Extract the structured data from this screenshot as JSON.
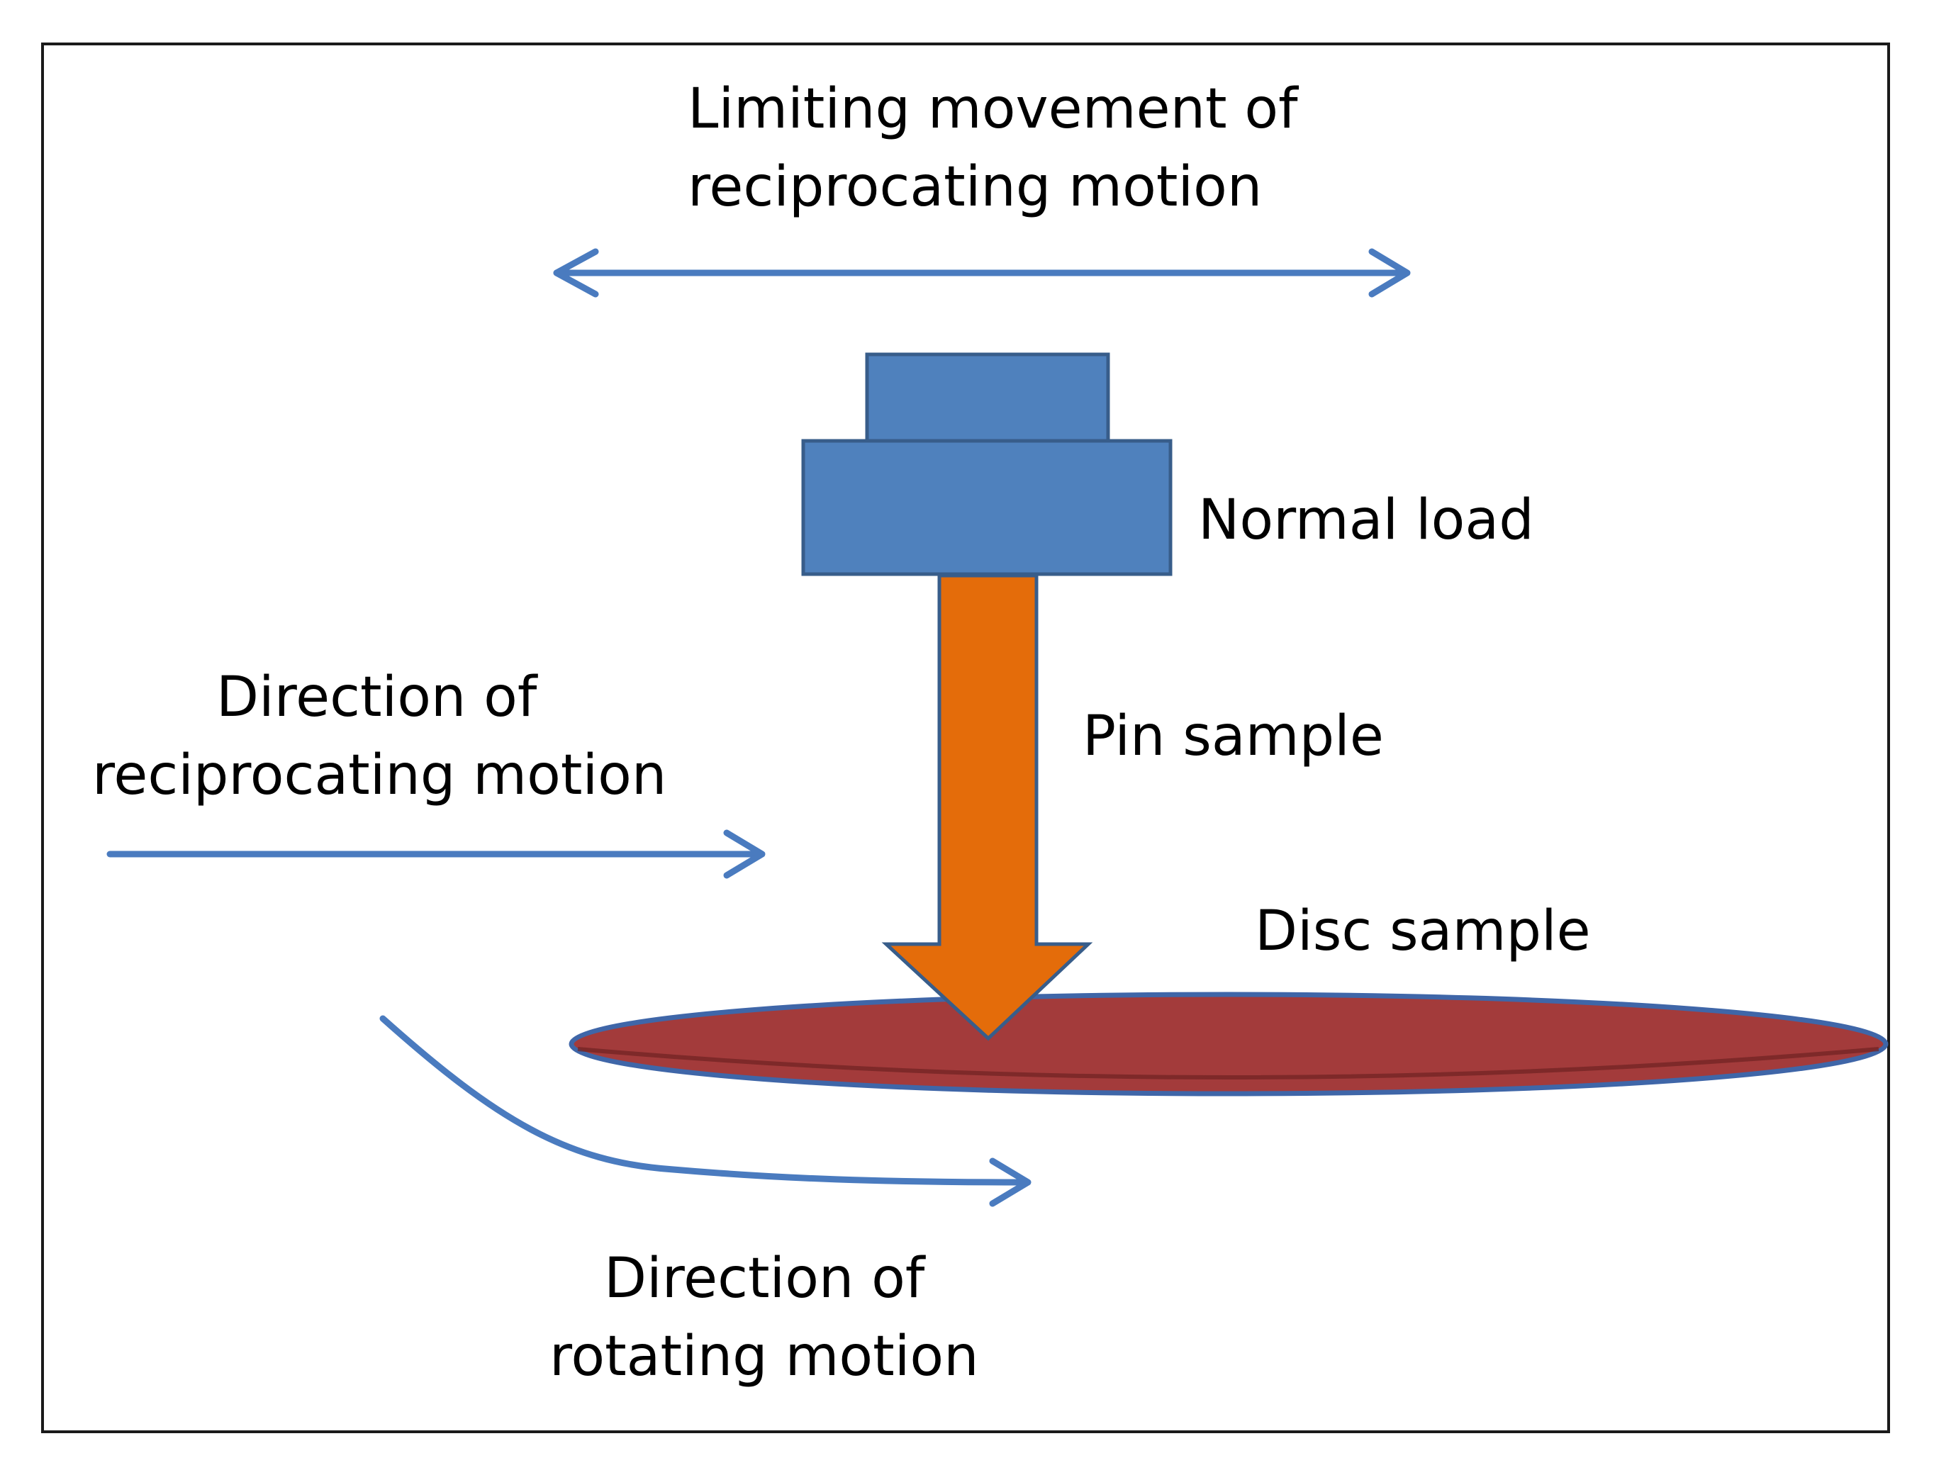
{
  "labels": {
    "limiting_line1": "Limiting movement of",
    "limiting_line2": "reciprocating motion",
    "normal_load": "Normal load",
    "pin_sample": "Pin sample",
    "direction_recip_line1": "Direction of",
    "direction_recip_line2": "reciprocating motion",
    "disc_sample": "Disc sample",
    "direction_rot_line1": "Direction of",
    "direction_rot_line2": "rotating motion"
  },
  "colors": {
    "frame": "#1a1a1a",
    "arrow_line": "#4a7bbf",
    "load_fill": "#4f81bd",
    "load_stroke": "#385d8a",
    "pin_fill": "#e46c0a",
    "pin_stroke": "#385d8a",
    "disc_fill": "#a33b3b",
    "disc_stroke": "#3f66a8",
    "text": "#000000"
  },
  "icons": {
    "double_arrow": "double-headed-horizontal-arrow",
    "right_arrow": "right-arrow",
    "curved_arrow": "curved-right-arrow",
    "pin_arrow": "down-arrow"
  }
}
